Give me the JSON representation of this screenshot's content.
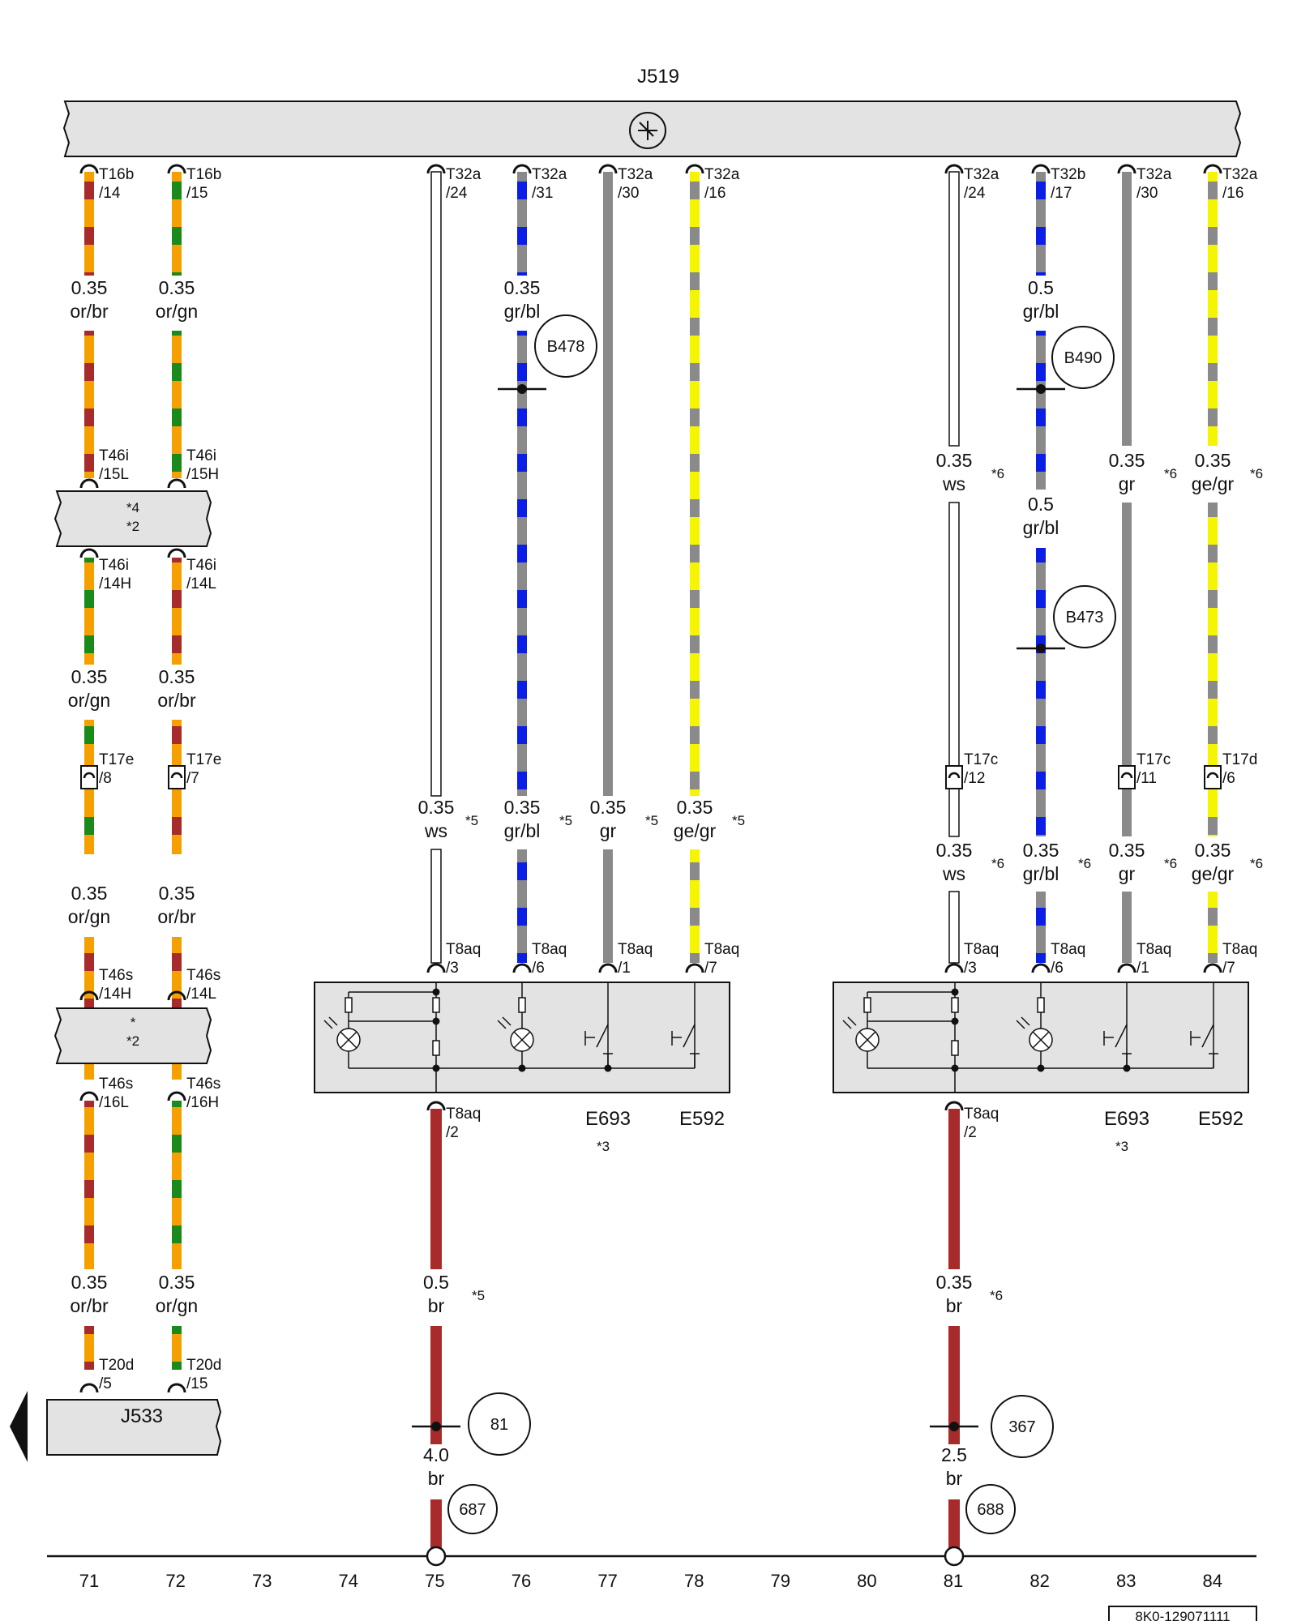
{
  "colors": {
    "or": "#f6a000",
    "br": "#a82b2b",
    "gn": "#1a8a1a",
    "bl": "#0a1ee6",
    "gr": "#8a8a8a",
    "ge": "#f5f500",
    "ws": "#ffffff",
    "box_fill": "#e3e3e3",
    "line": "#111111"
  },
  "header": {
    "main_module": "J519",
    "main_module_icon": "light-sensor-icon"
  },
  "components": {
    "gateway_top": {
      "line1": "*4",
      "line2": "*2"
    },
    "gateway_bottom": {
      "line1": "*",
      "line2": "*2"
    },
    "module_bottom": "J533",
    "switch_left": {
      "e693": "E693",
      "e592": "E592",
      "note": "*3"
    },
    "switch_right": {
      "e693": "E693",
      "e592": "E592",
      "note": "*3"
    }
  },
  "wires": [
    {
      "id": "c71",
      "tint": "wire-or-br",
      "pins": [
        "T16b",
        "/14",
        "T46i",
        "/15L",
        "T46i",
        "/14H",
        "T17e",
        "/8",
        "T46s",
        "/14H",
        "T46s",
        "/16L",
        "T20d",
        "/5"
      ],
      "labels": [
        "0.35",
        "or/br",
        "0.35",
        "or/gn",
        "0.35",
        "or/gn",
        "0.35",
        "or/br"
      ]
    },
    {
      "id": "c72",
      "tint": "wire-or-gn",
      "pins": [
        "T16b",
        "/15",
        "T46i",
        "/15H",
        "T46i",
        "/14L",
        "T17e",
        "/7",
        "T46s",
        "/14L",
        "T46s",
        "/16H",
        "T20d",
        "/15"
      ],
      "labels": [
        "0.35",
        "or/gn",
        "0.35",
        "or/br",
        "0.35",
        "or/br",
        "0.35",
        "or/gn"
      ]
    },
    {
      "id": "c75",
      "pins": [
        "T32a",
        "/24",
        "T8aq",
        "/3",
        "T8aq",
        "/2"
      ],
      "labels": [
        "0.35",
        "ws",
        "*5",
        "0.5",
        "br",
        "*5",
        "4.0",
        "br"
      ]
    },
    {
      "id": "c76",
      "pins": [
        "T32a",
        "/31",
        "T8aq",
        "/6"
      ],
      "labels": [
        "0.35",
        "gr/bl",
        "0.35",
        "gr/bl",
        "*5"
      ]
    },
    {
      "id": "c77",
      "pins": [
        "T32a",
        "/30",
        "T8aq",
        "/1"
      ],
      "labels": [
        "0.35",
        "gr",
        "*5"
      ]
    },
    {
      "id": "c78",
      "pins": [
        "T32a",
        "/16",
        "T8aq",
        "/7"
      ],
      "labels": [
        "0.35",
        "ge/gr",
        "*5"
      ]
    },
    {
      "id": "c81",
      "pins": [
        "T32a",
        "/24",
        "T17c",
        "/12",
        "T8aq",
        "/3",
        "T8aq",
        "/2"
      ],
      "labels": [
        "0.35",
        "ws",
        "*6",
        "0.35",
        "ws",
        "*6",
        "0.35",
        "br",
        "*6",
        "2.5",
        "br"
      ]
    },
    {
      "id": "c82",
      "pins": [
        "T32b",
        "/17",
        "T8aq",
        "/6"
      ],
      "labels": [
        "0.5",
        "gr/bl",
        "0.5",
        "gr/bl",
        "0.35",
        "gr/bl",
        "*6"
      ]
    },
    {
      "id": "c83",
      "pins": [
        "T32a",
        "/30",
        "T17c",
        "/11",
        "T8aq",
        "/1"
      ],
      "labels": [
        "0.35",
        "gr",
        "*6",
        "0.35",
        "gr",
        "*6"
      ]
    },
    {
      "id": "c84",
      "pins": [
        "T32a",
        "/16",
        "T17d",
        "/6",
        "T8aq",
        "/7"
      ],
      "labels": [
        "0.35",
        "ge/gr",
        "*6",
        "0.35",
        "ge/gr",
        "*6"
      ]
    }
  ],
  "junctions": [
    "B478",
    "B490",
    "B473",
    "81",
    "367",
    "687",
    "688"
  ],
  "columns": [
    "71",
    "72",
    "73",
    "74",
    "75",
    "76",
    "77",
    "78",
    "79",
    "80",
    "81",
    "82",
    "83",
    "84"
  ],
  "footer": {
    "reference": "8K0-129071111"
  }
}
